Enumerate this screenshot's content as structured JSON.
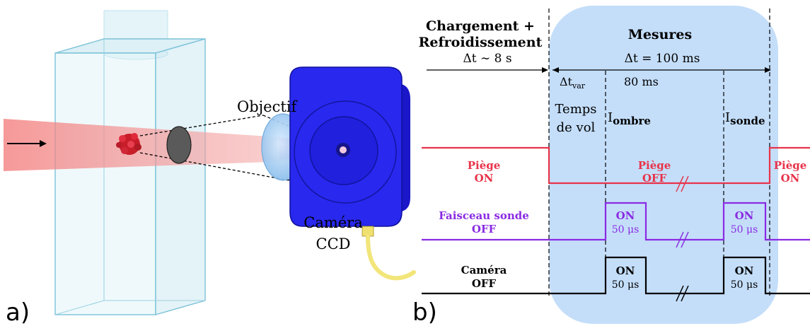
{
  "panel_a": {
    "label": "a)",
    "objective_label": "Objectif",
    "camera_label_1": "Caméra",
    "camera_label_2": "CCD"
  },
  "panel_b": {
    "label": "b)",
    "loading": {
      "title_1": "Chargement +",
      "title_2": "Refroidissement",
      "duration": "Δt ∼ 8 s"
    },
    "measures": {
      "title": "Mesures",
      "duration": "Δt = 100 ms",
      "dt_var": "Δt",
      "dt_var_sub": "var",
      "interval": "80 ms",
      "tof_1": "Temps",
      "tof_2": "de vol",
      "i_ombre": "I",
      "i_ombre_sub": "ombre",
      "i_sonde": "I",
      "i_sonde_sub": "sonde"
    },
    "trap": {
      "color": "#e8334a",
      "on_left_1": "Piège",
      "on_left_2": "ON",
      "off_1": "Piège",
      "off_2": "OFF",
      "on_right_1": "Piège",
      "on_right_2": "ON"
    },
    "probe": {
      "color": "#8a2be2",
      "left_1": "Faisceau sonde",
      "left_2": "OFF",
      "pulse1_on": "ON",
      "pulse1_dur": "50 μs",
      "pulse2_on": "ON",
      "pulse2_dur": "50 μs"
    },
    "camera": {
      "color": "#000000",
      "left_1": "Caméra",
      "left_2": "OFF",
      "pulse1_on": "ON",
      "pulse1_dur": "50 μs",
      "pulse2_on": "ON",
      "pulse2_dur": "50 μs"
    },
    "background_color": "#c4defa"
  }
}
